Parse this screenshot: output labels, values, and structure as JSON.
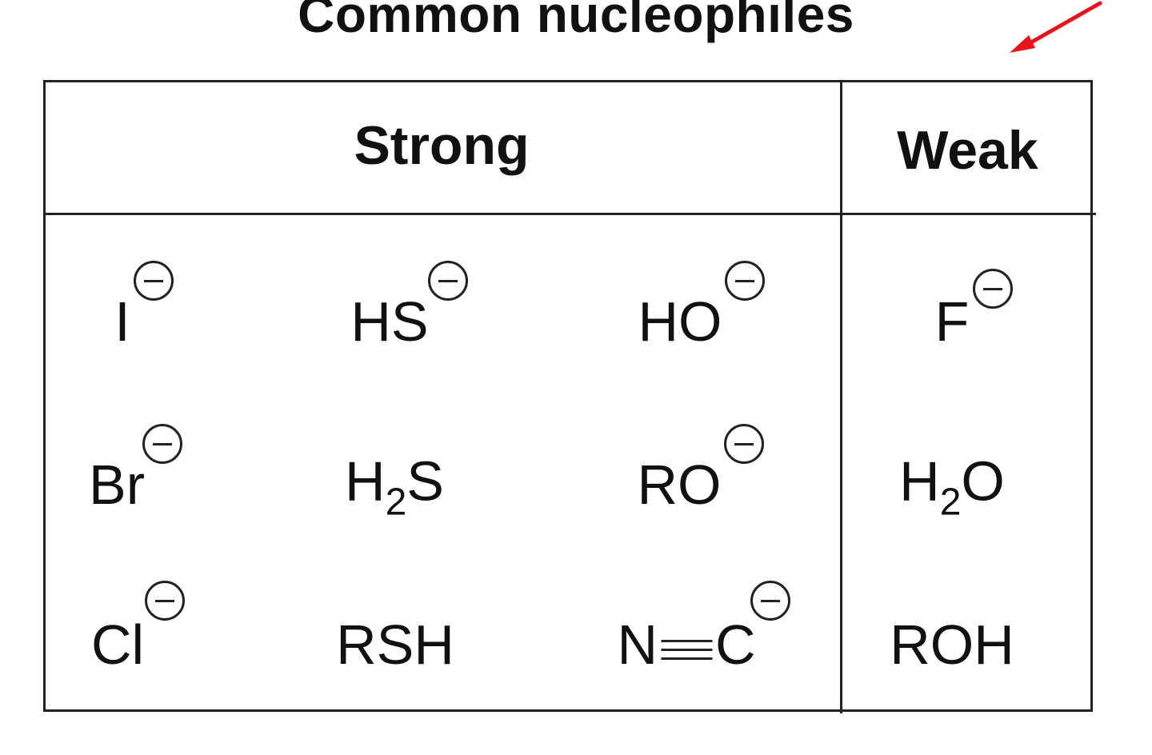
{
  "title": "Common nucleophiles",
  "colors": {
    "arrow": "#e8141c",
    "lines": "#222222"
  },
  "headers": {
    "strong": "Strong",
    "weak": "Weak"
  },
  "strong": [
    [
      "I",
      "HS",
      "HO"
    ],
    [
      "Br",
      "H₂S",
      "RO"
    ],
    [
      "Cl",
      "RSH",
      "NC"
    ]
  ],
  "weak": [
    "F",
    "H₂O",
    "ROH"
  ],
  "cells": {
    "r1c1": {
      "main": "I",
      "charge": "negative"
    },
    "r1c2": {
      "main": "HS",
      "charge": "negative"
    },
    "r1c3": {
      "main": "HO",
      "charge": "negative"
    },
    "r2c1": {
      "main": "Br",
      "charge": "negative"
    },
    "r2c2": {
      "a": "H",
      "sub": "2",
      "b": "S"
    },
    "r2c3": {
      "main": "RO",
      "charge": "negative"
    },
    "r3c1": {
      "main": "Cl",
      "charge": "negative"
    },
    "r3c2": {
      "main": "RSH"
    },
    "r3c3": {
      "a": "N",
      "bond": "triple",
      "b": "C",
      "charge": "negative"
    },
    "w1": {
      "main": "F",
      "charge": "negative"
    },
    "w2": {
      "a": "H",
      "sub": "2",
      "b": "O"
    },
    "w3": {
      "main": "ROH"
    }
  }
}
